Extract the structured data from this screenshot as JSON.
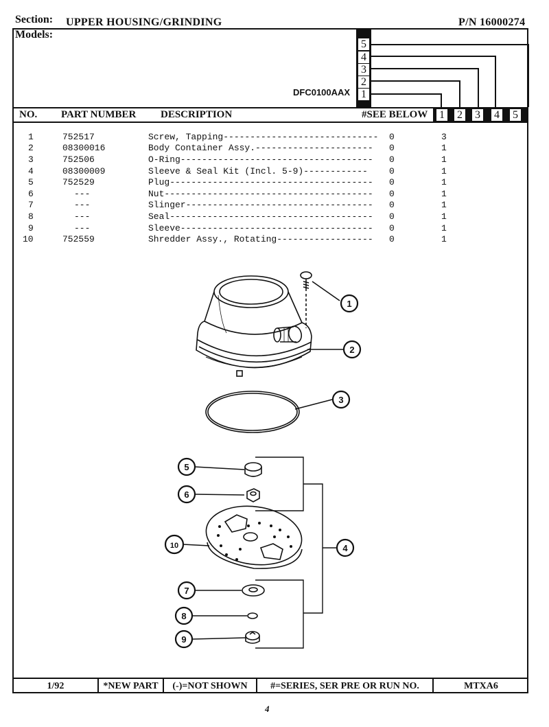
{
  "header": {
    "section_label": "Section:",
    "section_value": "UPPER HOUSING/GRINDING",
    "part_number": "P/N 16000274",
    "models_label": "Models:",
    "model_name": "DFC0100AAX"
  },
  "series_numbers": [
    "5",
    "4",
    "3",
    "2",
    "1"
  ],
  "columns": {
    "no": "NO.",
    "part_number": "PART NUMBER",
    "description": "DESCRIPTION",
    "see_below": "#SEE BELOW",
    "series": [
      "1",
      "2",
      "3",
      "4",
      "5"
    ]
  },
  "parts": [
    {
      "no": "1",
      "part": "752517",
      "desc": "Screw, Tapping-----------------------------",
      "see": "0",
      "qty": "3"
    },
    {
      "no": "2",
      "part": "08300016",
      "desc": "Body Container Assy.----------------------",
      "see": "0",
      "qty": "1"
    },
    {
      "no": "3",
      "part": "752506",
      "desc": "O-Ring------------------------------------",
      "see": "0",
      "qty": "1"
    },
    {
      "no": "4",
      "part": "08300009",
      "desc": "Sleeve & Seal Kit (Incl. 5-9)------------",
      "see": "0",
      "qty": "1"
    },
    {
      "no": "5",
      "part": "752529",
      "desc": "Plug--------------------------------------",
      "see": "0",
      "qty": "1"
    },
    {
      "no": "6",
      "part": "---",
      "desc": "Nut---------------------------------------",
      "see": "0",
      "qty": "1"
    },
    {
      "no": "7",
      "part": "---",
      "desc": "Slinger-----------------------------------",
      "see": "0",
      "qty": "1"
    },
    {
      "no": "8",
      "part": "---",
      "desc": "Seal--------------------------------------",
      "see": "0",
      "qty": "1"
    },
    {
      "no": "9",
      "part": "---",
      "desc": "Sleeve------------------------------------",
      "see": "0",
      "qty": "1"
    },
    {
      "no": "10",
      "part": "752559",
      "desc": "Shredder Assy., Rotating------------------",
      "see": "0",
      "qty": "1"
    }
  ],
  "callouts": [
    "1",
    "2",
    "3",
    "4",
    "5",
    "6",
    "7",
    "8",
    "9",
    "10"
  ],
  "footer": {
    "date": "1/92",
    "new_part": "*NEW PART",
    "not_shown": "(-)=NOT SHOWN",
    "series_note": "#=SERIES, SER PRE OR RUN NO.",
    "code": "MTXA6"
  },
  "page_number": "4"
}
